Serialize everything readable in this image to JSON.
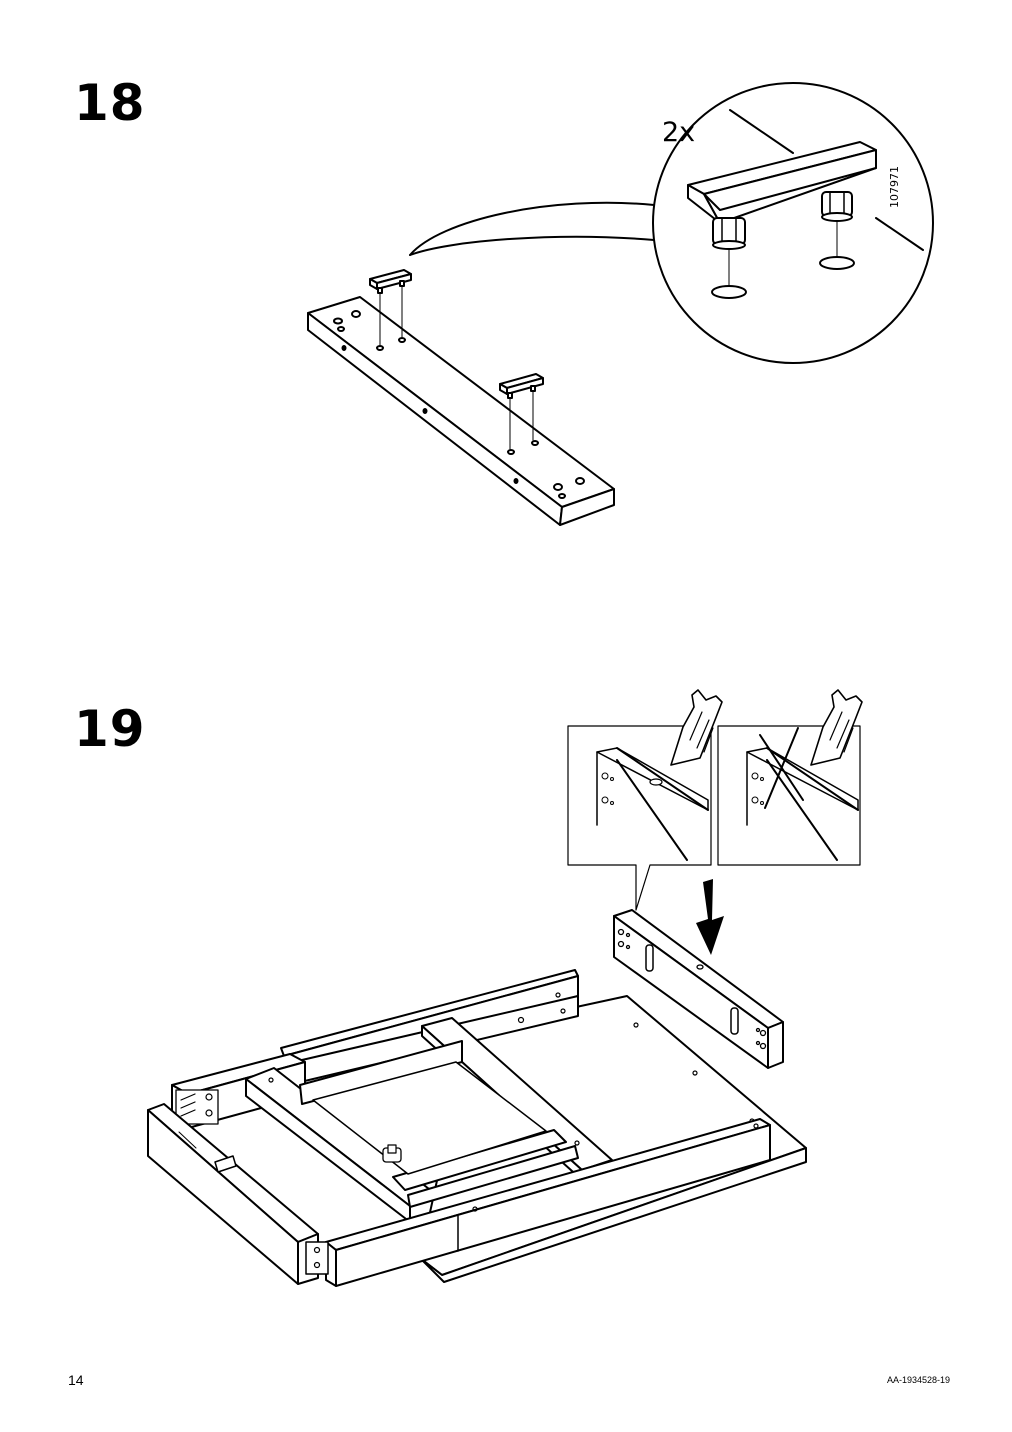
{
  "steps": [
    {
      "number": "18",
      "quantity": "2x",
      "part_number": "107971"
    },
    {
      "number": "19"
    }
  ],
  "footer": {
    "page_number": "14",
    "document_code": "AA-1934528-19"
  }
}
